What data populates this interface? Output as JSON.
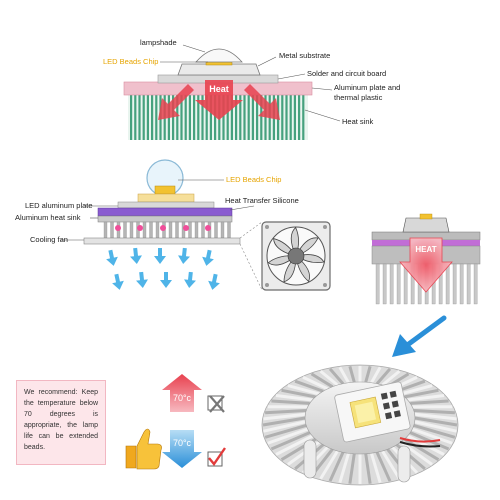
{
  "diagram1": {
    "labels": {
      "lampshade": "lampshade",
      "led_chip": "LED Beads Chip",
      "metal_substrate": "Metal substrate",
      "solder": "Solder and circuit board",
      "aluminum_plate": "Aluminum plate and",
      "aluminum_plate_2": "thermal plastic",
      "heat_sink": "Heat sink",
      "heat": "Heat"
    }
  },
  "diagram2": {
    "labels": {
      "led_chip": "LED Beads Chip",
      "led_aluminum_plate": "LED aluminum plate",
      "heat_transfer": "Heat Transfer Silicone",
      "aluminum_heat_sink": "Aluminum heat sink",
      "cooling_fan": "Cooling fan"
    }
  },
  "diagram3": {
    "heat": "HEAT"
  },
  "recommendation": {
    "text": "We recommend: Keep the temperature below 70 degrees is appropriate, the lamp life can be extended beads."
  },
  "temperature": {
    "high": "70°c",
    "low": "70°c"
  },
  "colors": {
    "heat_red": "#e8414f",
    "fins_green": "#46a17e",
    "pcb_magenta": "#c0307a",
    "led_yellow": "#f2c230",
    "arrow_blue": "#2a8fd8",
    "check_red": "#e23b3b"
  }
}
